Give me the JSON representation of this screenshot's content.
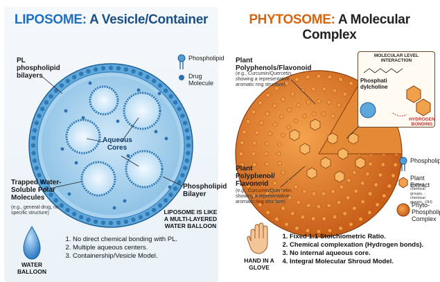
{
  "left": {
    "title_main": "LIPOSOME:",
    "title_rest": " A Vesicle/Container",
    "label_bilayers": "PL phospholipid bilayers",
    "legend_phospholipid": "Phospholipid",
    "legend_drug": "Drug Molecule",
    "label_cores": "Aqueous Cores",
    "label_trapped": "Trapped Water-Soluble Polar Molecules",
    "label_trapped_sub": "(e.g., general drug, no specific structure)",
    "label_bilayer": "Phospholipid Bilayer",
    "analogy_text": "LIPOSOME IS LIKE A MULTI-LAYERED WATER BALLOON",
    "icon_caption": "WATER BALLOON",
    "points": [
      "No direct chemical bonding with PL.",
      "Multiple aqueous centers.",
      "Containership/Vesicle Model."
    ]
  },
  "right": {
    "title_main": "PHYTOSOME:",
    "title_rest": " A Molecular Complex",
    "label_plant_top": "Plant Polyphenols/Flavonoid",
    "label_plant_top_sub": "(e.g., Curcumin/Quercetin, showing a representative aromatic ring structure)",
    "interaction_title": "MOLECULAR LEVEL INTERACTION",
    "label_pc": "Phosphati dylcholine",
    "label_hbond": "HYDROGEN BONDING",
    "label_plant_mid": "Plant Polyphenol/ Flavonoid",
    "label_plant_mid_sub": "(e.g., Curcumin/Quercetin, showing a representative aromatic ring structure)",
    "legend_phospholipid": "Phospholipid",
    "legend_extract": "Plant Extract",
    "legend_extract_sub": "(defined chemical groups, -chemical groups, -OH)",
    "legend_complex": "Phyto-Phospholipid Complex",
    "icon_caption": "HAND IN A GLOVE",
    "points": [
      "Fixed 1:1 Stoichiometric Ratio.",
      "Chemical complexation (Hydrogen bonds).",
      "No internal aqueous core.",
      "Integral Molecular Shroud Model."
    ]
  },
  "colors": {
    "liposome_blue": "#4f9ed6",
    "phytosome_orange": "#dc7a28",
    "hbond_red": "#c9302c"
  }
}
